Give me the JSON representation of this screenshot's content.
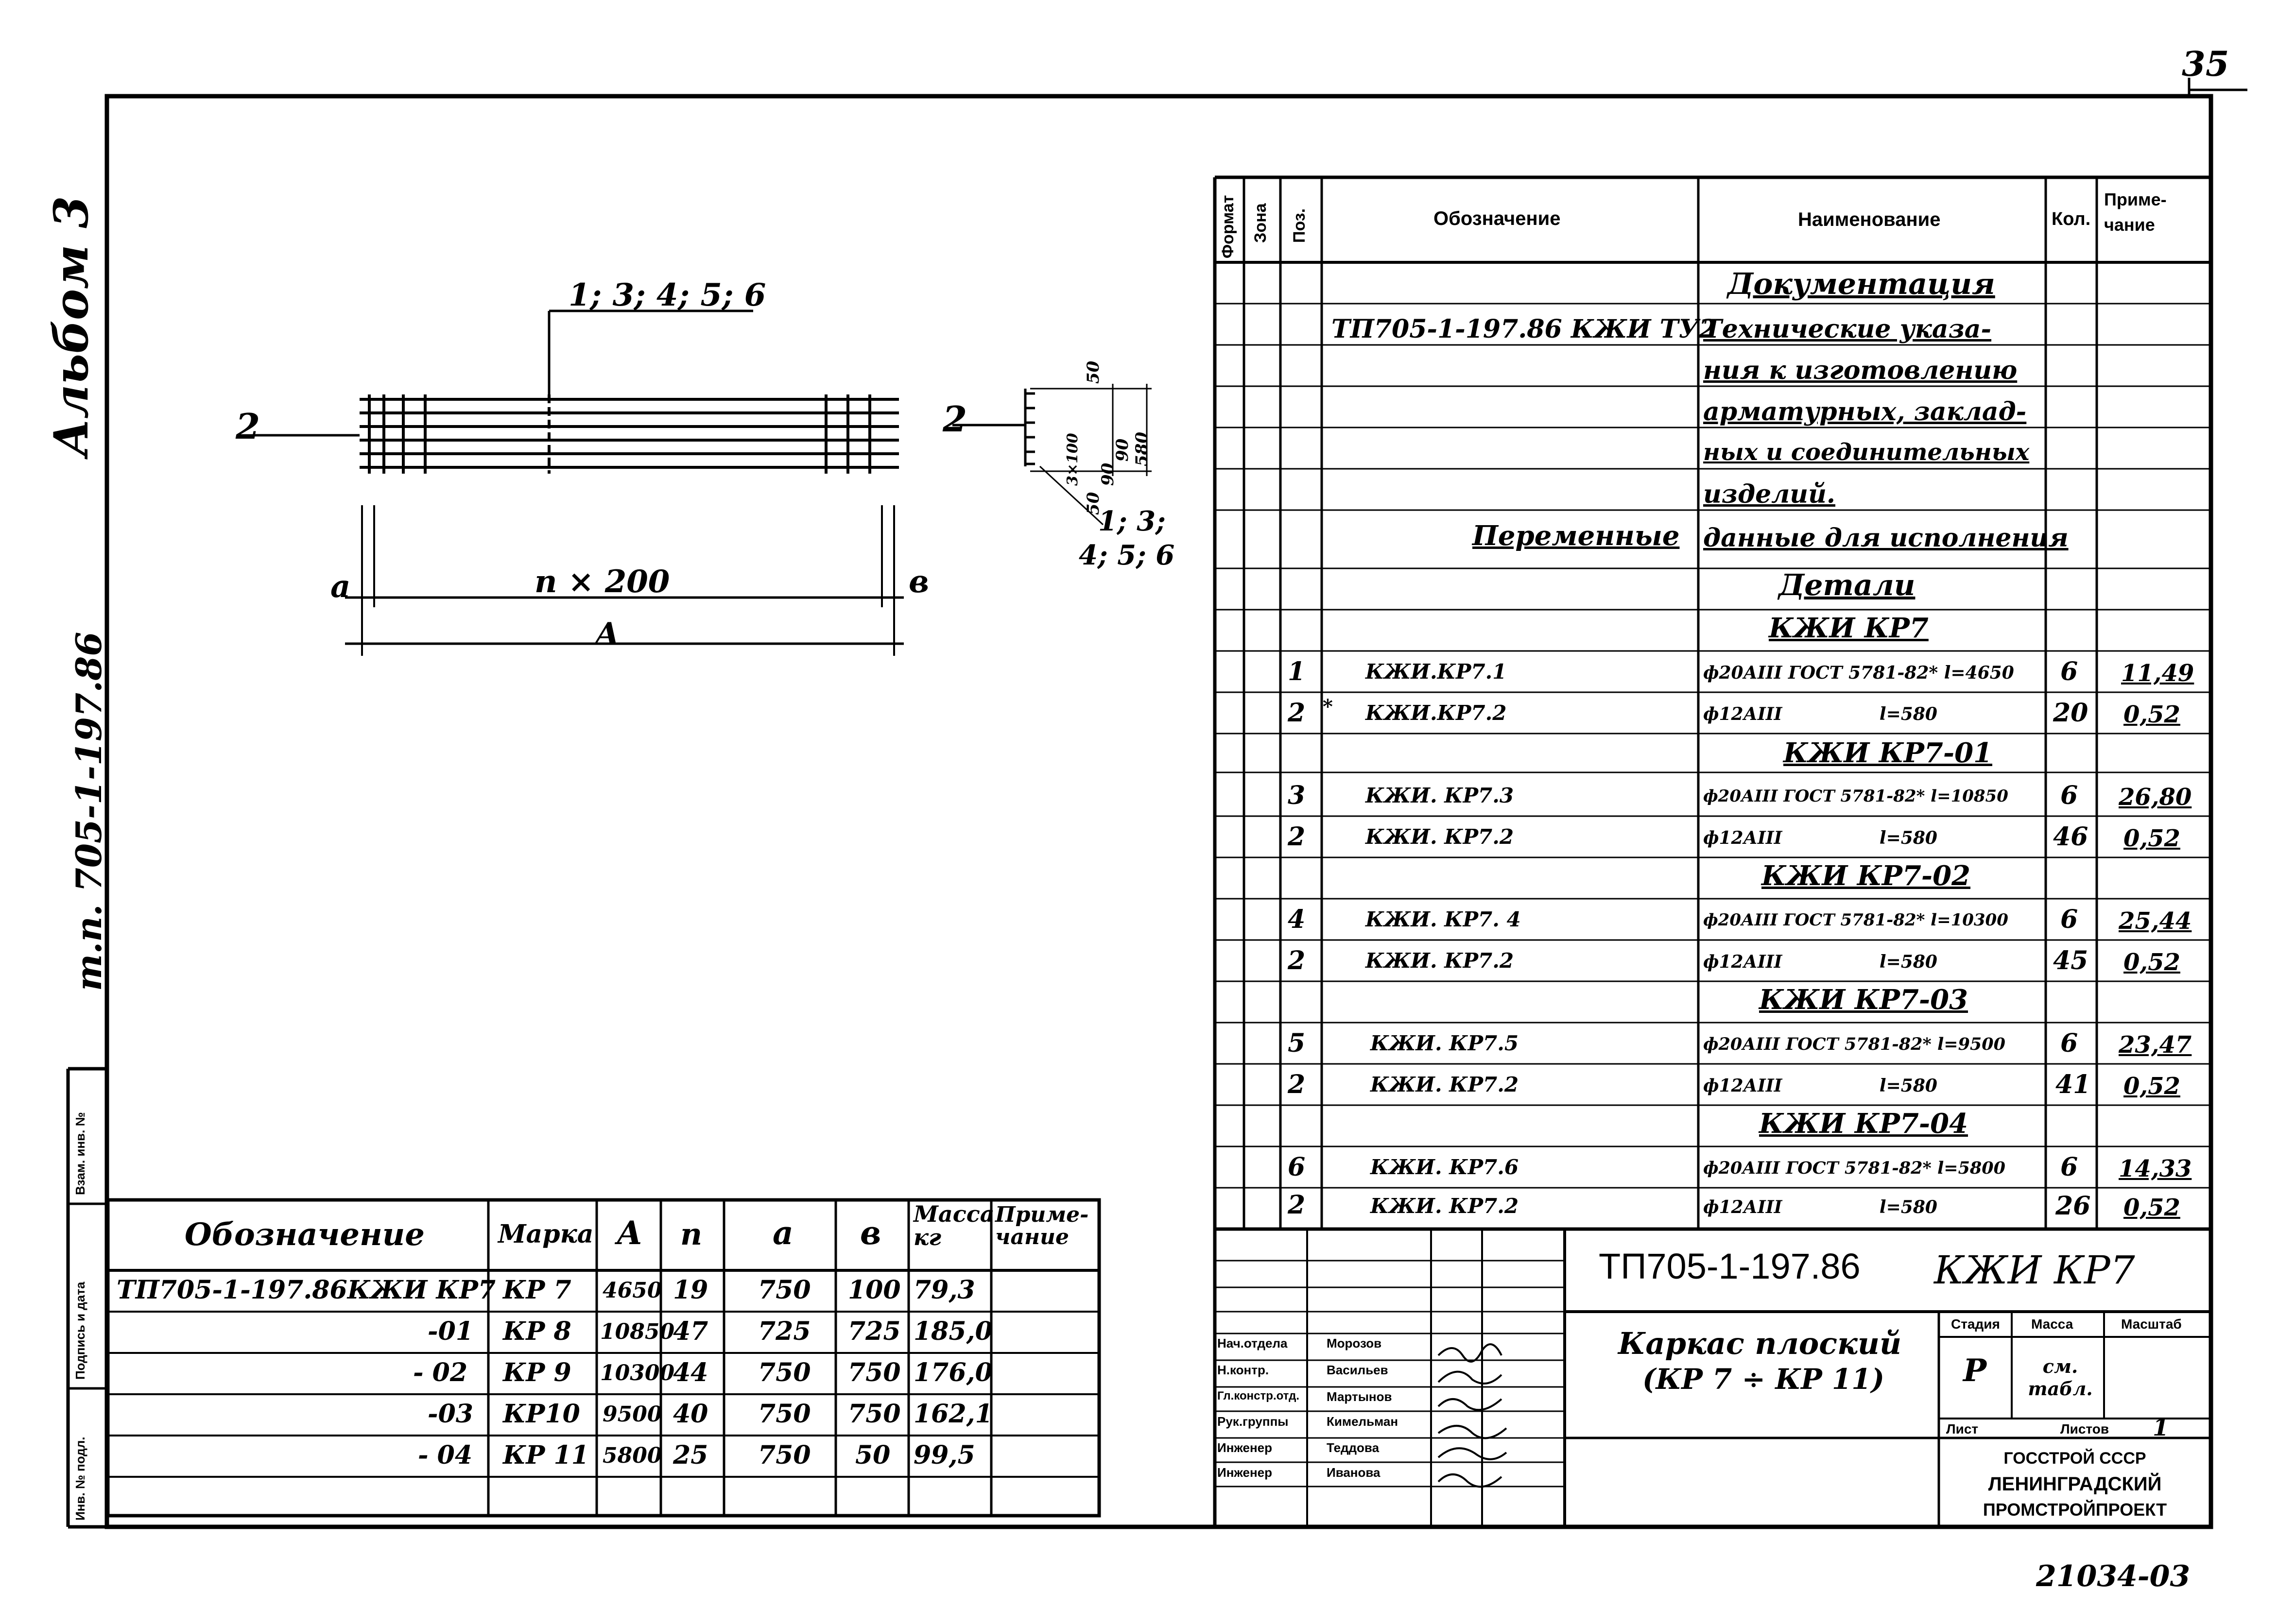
{
  "page_number": "35",
  "album_label": "Альбом 3",
  "side_code": "т.п. 705-1-197.86",
  "archive_number": "21034-03",
  "stamp_labels": [
    "Инв. № подл.",
    "Подпись и дата",
    "Взам. инв. №"
  ],
  "drawing": {
    "leader_positions": "1; 3; 4; 5; 6",
    "section_mark_left": "2",
    "section_mark_right": "2",
    "dim_spacing": "n × 200",
    "dim_a": "a",
    "dim_b": "в",
    "dim_total": "A",
    "section_dims": [
      "50",
      "3×100",
      "90",
      "580",
      "90",
      "50"
    ],
    "section_pos_1": "1; 3;",
    "section_pos_2": "4; 5; 6"
  },
  "variant_table": {
    "headers": [
      "Обозначение",
      "Марка",
      "A",
      "n",
      "a",
      "в",
      "Масса кг",
      "Приме-чание"
    ],
    "rows": [
      {
        "designation": "ТП705-1-197.86КЖИ КР7",
        "mark": "КР 7",
        "A": "4650",
        "n": "19",
        "a": "750",
        "b": "100",
        "mass": "79,3",
        "note": ""
      },
      {
        "designation": "-01",
        "mark": "КР 8",
        "A": "10850",
        "n": "47",
        "a": "725",
        "b": "725",
        "mass": "185,0",
        "note": ""
      },
      {
        "designation": "- 02",
        "mark": "КР 9",
        "A": "10300",
        "n": "44",
        "a": "750",
        "b": "750",
        "mass": "176,0",
        "note": ""
      },
      {
        "designation": "-03",
        "mark": "КР10",
        "A": "9500",
        "n": "40",
        "a": "750",
        "b": "750",
        "mass": "162,1",
        "note": ""
      },
      {
        "designation": "- 04",
        "mark": "КР 11",
        "A": "5800",
        "n": "25",
        "a": "750",
        "b": "50",
        "mass": "99,5",
        "note": ""
      }
    ]
  },
  "spec": {
    "headers": {
      "format": "Формат",
      "zone": "Зона",
      "pos": "Поз.",
      "designation": "Обозначение",
      "name": "Наименование",
      "qty": "Кол.",
      "note": "Приме-чание"
    },
    "documentation_title": "Документация",
    "doc_designation": "ТП705-1-197.86 КЖИ ТУ2",
    "doc_name_lines": [
      "Технические указа-",
      "ния к изготовлению",
      "арматурных, заклад-",
      "ных и соединительных",
      "изделий."
    ],
    "variable_left": "Переменные",
    "variable_right": "данные для исполнения",
    "details_title": "Детали",
    "groups": [
      {
        "title": "КЖИ КР7",
        "rows": [
          {
            "pos": "1",
            "zone": "",
            "designation": "КЖИ.КР7.1",
            "name": "ф20АIII ГОСТ 5781-82* l=4650",
            "qty": "6",
            "mass": "11,49"
          },
          {
            "pos": "2",
            "zone": "*",
            "designation": "КЖИ.КР7.2",
            "name": "ф12АIII                l=580",
            "qty": "20",
            "mass": "0,52"
          }
        ]
      },
      {
        "title": "КЖИ КР7-01",
        "rows": [
          {
            "pos": "3",
            "zone": "",
            "designation": "КЖИ. КР7.3",
            "name": "ф20АIII ГОСТ 5781-82* l=10850",
            "qty": "6",
            "mass": "26,80"
          },
          {
            "pos": "2",
            "zone": "",
            "designation": "КЖИ. КР7.2",
            "name": "ф12АIII                l=580",
            "qty": "46",
            "mass": "0,52"
          }
        ]
      },
      {
        "title": "КЖИ КР7-02",
        "rows": [
          {
            "pos": "4",
            "zone": "",
            "designation": "КЖИ. КР7. 4",
            "name": "ф20АIII ГОСТ 5781-82* l=10300",
            "qty": "6",
            "mass": "25,44"
          },
          {
            "pos": "2",
            "zone": "",
            "designation": "КЖИ. КР7.2",
            "name": "ф12АIII                l=580",
            "qty": "45",
            "mass": "0,52"
          }
        ]
      },
      {
        "title": "КЖИ КР7-03",
        "rows": [
          {
            "pos": "5",
            "zone": "",
            "designation": "КЖИ. КР7.5",
            "name": "ф20АIII ГОСТ 5781-82* l=9500",
            "qty": "6",
            "mass": "23,47"
          },
          {
            "pos": "2",
            "zone": "",
            "designation": "КЖИ. КР7.2",
            "name": "ф12АIII                l=580",
            "qty": "41",
            "mass": "0,52"
          }
        ]
      },
      {
        "title": "КЖИ КР7-04",
        "rows": [
          {
            "pos": "6",
            "zone": "",
            "designation": "КЖИ. КР7.6",
            "name": "ф20АIII ГОСТ 5781-82* l=5800",
            "qty": "6",
            "mass": "14,33"
          },
          {
            "pos": "2",
            "zone": "",
            "designation": "КЖИ. КР7.2",
            "name": "ф12АIII                l=580",
            "qty": "26",
            "mass": "0,52"
          }
        ]
      }
    ]
  },
  "title_block": {
    "code": "ТП705-1-197.86",
    "code_suffix": "КЖИ КР7",
    "title_line1": "Каркас плоский",
    "title_line2": "(КР 7 ÷ КР 11)",
    "stage_label": "Стадия",
    "mass_label": "Масса",
    "scale_label": "Масштаб",
    "stage_value": "Р",
    "mass_value": "см. табл.",
    "sheet_label": "Лист",
    "sheets_label": "Листов",
    "sheets_value": "1",
    "org_lines": [
      "ГОССТРОЙ СССР",
      "ЛЕНИНГРАДСКИЙ",
      "ПРОМСТРОЙПРОЕКТ"
    ],
    "staff": [
      {
        "role": "Нач.отдела",
        "name": "Морозов"
      },
      {
        "role": "Н.контр.",
        "name": "Васильев"
      },
      {
        "role": "Гл.констр.отд.",
        "name": "Мартынов"
      },
      {
        "role": "Рук.группы",
        "name": "Кимельман"
      },
      {
        "role": "Инженер",
        "name": "Теддова"
      },
      {
        "role": "Инженер",
        "name": "Иванова"
      }
    ]
  }
}
